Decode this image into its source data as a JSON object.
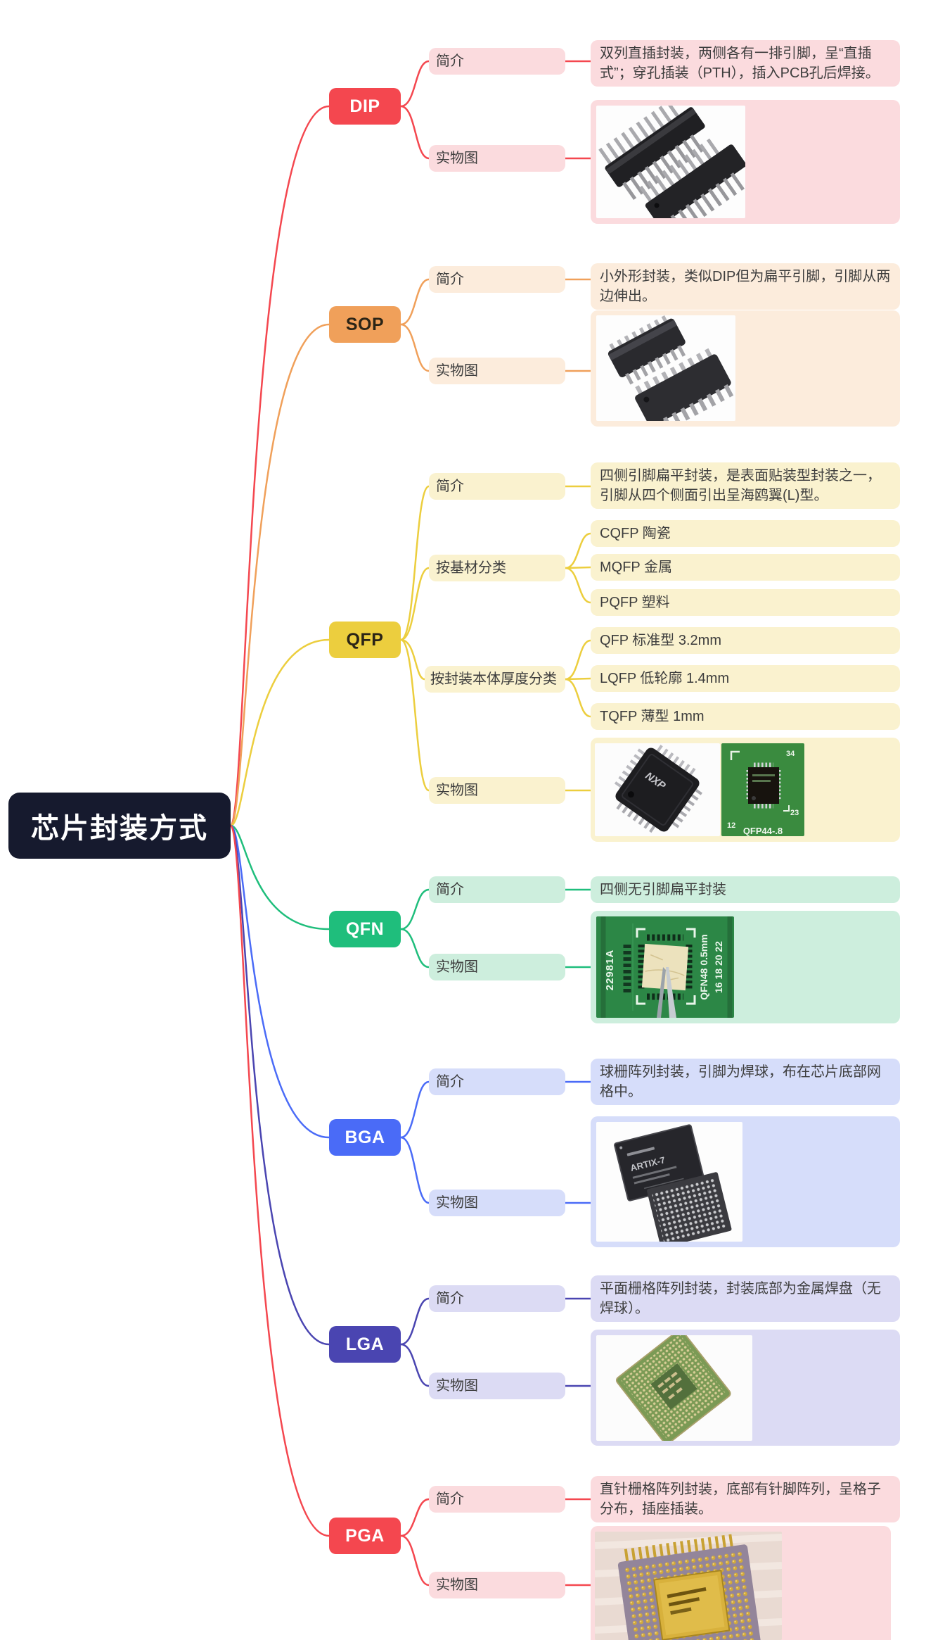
{
  "root": {
    "label": "芯片封装方式",
    "bg": "#161a2e",
    "text_color": "#ffffff"
  },
  "branches": [
    {
      "id": "dip",
      "label": "DIP",
      "color": "#f4474f",
      "light": "#fbdbde",
      "node_text": "#ffffff",
      "intro_label": "简介",
      "intro_text": "双列直插封装，两侧各有一排引脚，呈“直插式”；穿孔插装（PTH），插入PCB孔后焊接。",
      "photo_label": "实物图"
    },
    {
      "id": "sop",
      "label": "SOP",
      "color": "#f0a05a",
      "light": "#fcecdc",
      "node_text": "#2b2416",
      "intro_label": "简介",
      "intro_text": "小外形封装，类似DIP但为扁平引脚，引脚从两边伸出。",
      "photo_label": "实物图"
    },
    {
      "id": "qfp",
      "label": "QFP",
      "color": "#ecce3e",
      "light": "#faf2cf",
      "node_text": "#2b2416",
      "intro_label": "简介",
      "intro_text": "四侧引脚扁平封装，是表面贴装型封装之一，引脚从四个侧面引出呈海鸥翼(L)型。",
      "material_label": "按基材分类",
      "material_items": [
        "CQFP 陶瓷",
        "MQFP 金属",
        "PQFP 塑料"
      ],
      "thickness_label": "按封装本体厚度分类",
      "thickness_items": [
        "QFP 标准型 3.2mm",
        "LQFP 低轮廓 1.4mm",
        "TQFP 薄型 1mm"
      ],
      "photo_label": "实物图",
      "photo_texts": {
        "chip_brand": "NXP",
        "pin_34": "34",
        "pin_23": "23",
        "pin_12": "12",
        "caption": "QFP44-.8"
      }
    },
    {
      "id": "qfn",
      "label": "QFN",
      "color": "#1fbe7c",
      "light": "#cdeedd",
      "node_text": "#ffffff",
      "intro_label": "简介",
      "intro_text": "四侧无引脚扁平封装",
      "photo_label": "实物图",
      "photo_texts": {
        "silk_left": "22981A",
        "silk_right_1": "QFN48 0.5mm",
        "silk_right_2": "16 18 20 22"
      }
    },
    {
      "id": "bga",
      "label": "BGA",
      "color": "#4a6bf7",
      "light": "#d6ddfa",
      "node_text": "#ffffff",
      "intro_label": "简介",
      "intro_text": "球栅阵列封装，引脚为焊球，布在芯片底部网格中。",
      "photo_label": "实物图",
      "photo_texts": {
        "chip_label": "ARTIX-7"
      }
    },
    {
      "id": "lga",
      "label": "LGA",
      "color": "#4a45b1",
      "light": "#dcdbf4",
      "node_text": "#ffffff",
      "intro_label": "简介",
      "intro_text": "平面栅格阵列封装，封装底部为金属焊盘（无焊球）。",
      "photo_label": "实物图"
    },
    {
      "id": "pga",
      "label": "PGA",
      "color": "#f4474f",
      "light": "#fbdbde",
      "node_text": "#ffffff",
      "intro_label": "简介",
      "intro_text": "直针栅格阵列封装，底部有针脚阵列，呈格子分布，插座插装。",
      "photo_label": "实物图"
    }
  ]
}
